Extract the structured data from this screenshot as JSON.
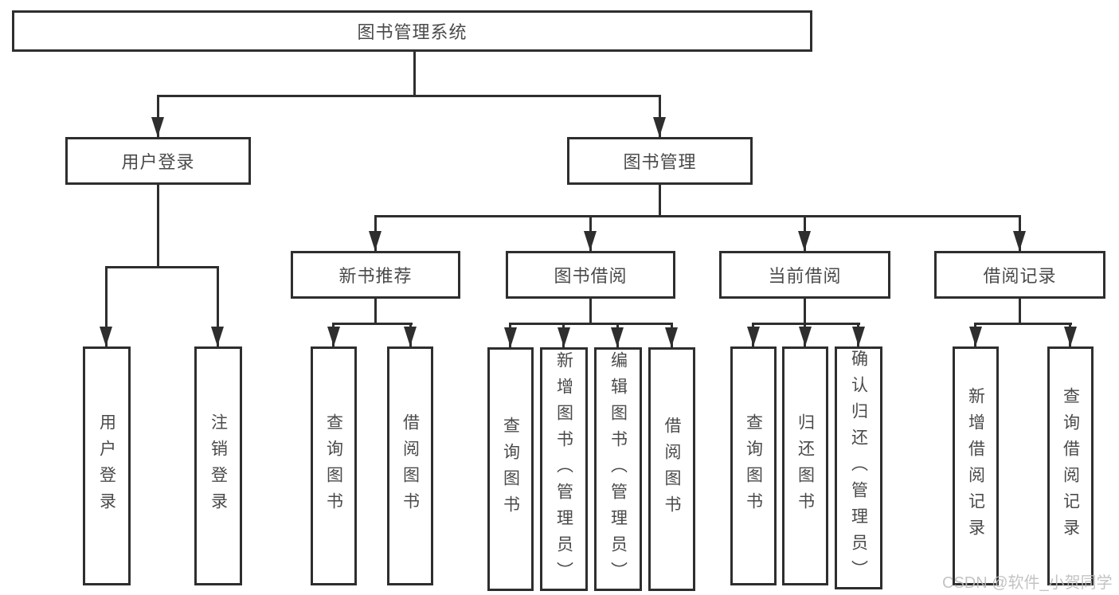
{
  "colors": {
    "line": "#2e2e2e",
    "text": "#4a4a4a",
    "background": "#ffffff",
    "watermark": "#bdbdbd"
  },
  "tree": {
    "root": {
      "label": "图书管理系统"
    },
    "branches": [
      {
        "label": "用户登录",
        "leaves": [
          {
            "label": "用户登录"
          },
          {
            "label": "注销登录"
          }
        ]
      },
      {
        "label": "图书管理",
        "groups": [
          {
            "label": "新书推荐",
            "leaves": [
              {
                "label": "查询图书"
              },
              {
                "label": "借阅图书"
              }
            ]
          },
          {
            "label": "图书借阅",
            "leaves": [
              {
                "label": "查询图书"
              },
              {
                "label": "新增图书（管理员）"
              },
              {
                "label": "编辑图书（管理员）"
              },
              {
                "label": "借阅图书"
              }
            ]
          },
          {
            "label": "当前借阅",
            "leaves": [
              {
                "label": "查询图书"
              },
              {
                "label": "归还图书"
              },
              {
                "label": "确认归还（管理员）"
              }
            ]
          },
          {
            "label": "借阅记录",
            "leaves": [
              {
                "label": "新增借阅记录"
              },
              {
                "label": "查询借阅记录"
              }
            ]
          }
        ]
      }
    ]
  },
  "watermark": {
    "label": "CSDN @软件_小贺同学"
  }
}
